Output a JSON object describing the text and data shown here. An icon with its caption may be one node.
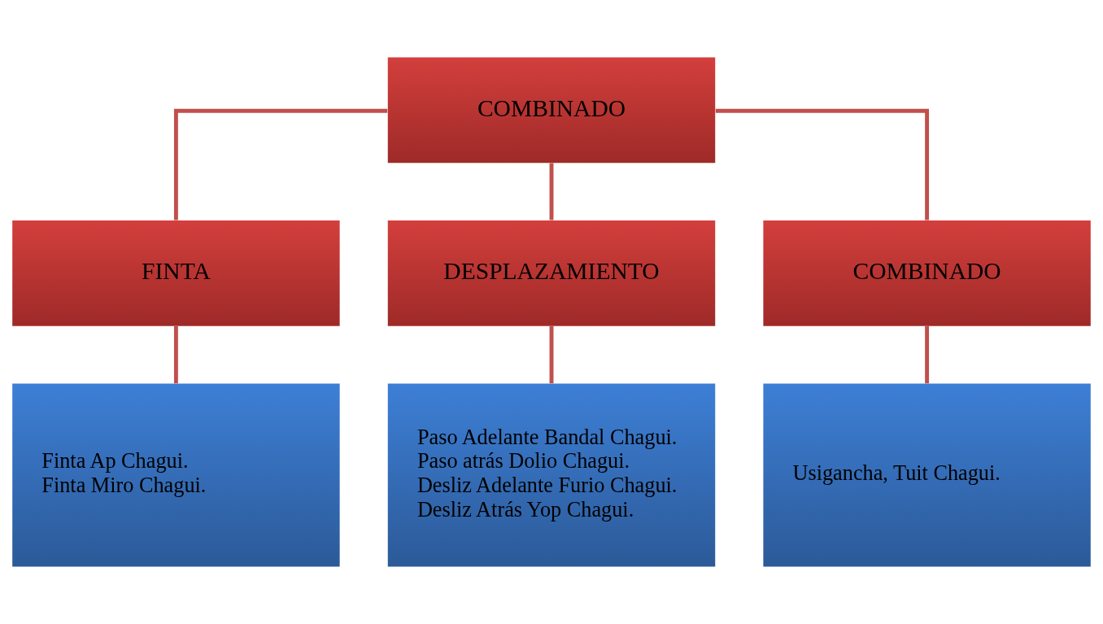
{
  "diagram": {
    "nodes": [
      {
        "text": [
          "COMBINADO"
        ]
      },
      {
        "text": [
          "FINTA"
        ]
      },
      {
        "text": [
          "DESPLAZAMIENTO"
        ]
      },
      {
        "text": [
          "COMBINADO"
        ]
      },
      {
        "text": [
          "Finta Ap Chagui.",
          "Finta Miro Chagui."
        ]
      },
      {
        "text": [
          "Paso Adelante Bandal Chagui.",
          "Paso atrás Dolio Chagui.",
          "Desliz Adelante Furio Chagui.",
          "Desliz Atrás Yop Chagui."
        ]
      },
      {
        "text": [
          "Usigancha, Tuit Chagui."
        ]
      }
    ],
    "edges": [
      {
        "from": 0,
        "to": 1,
        "arrow": "none"
      },
      {
        "from": 0,
        "to": 2,
        "arrow": "none"
      },
      {
        "from": 0,
        "to": 3,
        "arrow": "none"
      },
      {
        "from": 1,
        "to": 4,
        "arrow": "none"
      },
      {
        "from": 2,
        "to": 5,
        "arrow": "none"
      },
      {
        "from": 3,
        "to": 6,
        "arrow": "none"
      }
    ]
  }
}
